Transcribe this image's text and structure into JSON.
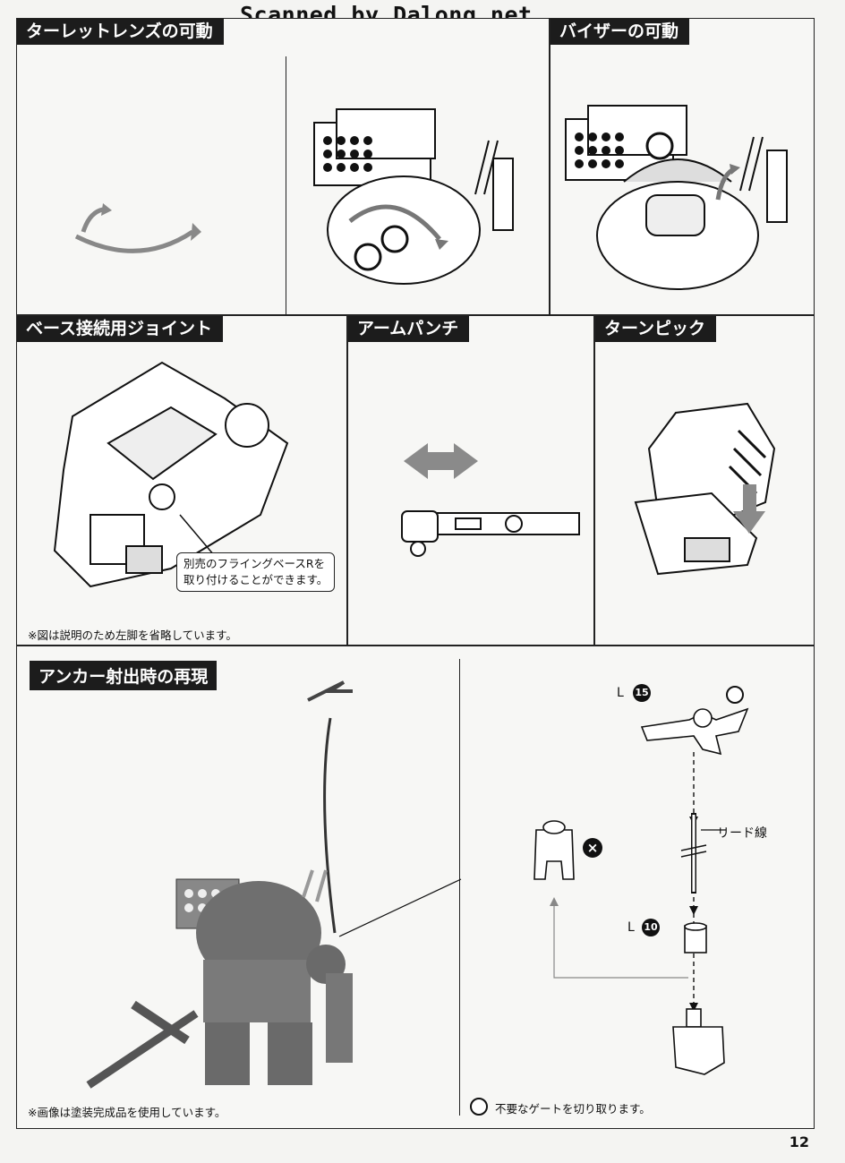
{
  "watermark": "Scanned by Dalong.net",
  "sections": {
    "turret_lens": {
      "title": "ターレットレンズの可動"
    },
    "visor": {
      "title": "バイザーの可動"
    },
    "base_joint": {
      "title": "ベース接続用ジョイント",
      "callout": [
        "別売のフライングベースRを",
        "取り付けることができます。"
      ],
      "note": "※図は説明のため左脚を省略しています。"
    },
    "arm_punch": {
      "title": "アームパンチ"
    },
    "turn_pick": {
      "title": "ターンピック"
    },
    "anchor": {
      "title": "アンカー射出時の再現",
      "note": "※画像は塗装完成品を使用しています。",
      "parts": {
        "top_letter": "L",
        "top_num": "15",
        "lead_label": "リード線",
        "mid_letter": "L",
        "mid_num": "10"
      },
      "cut_note": "不要なゲートを切り取ります。"
    }
  },
  "page_number": "12",
  "colors": {
    "header_bg": "#1c1c1c",
    "arrow_gray": "#8a8a8a"
  }
}
